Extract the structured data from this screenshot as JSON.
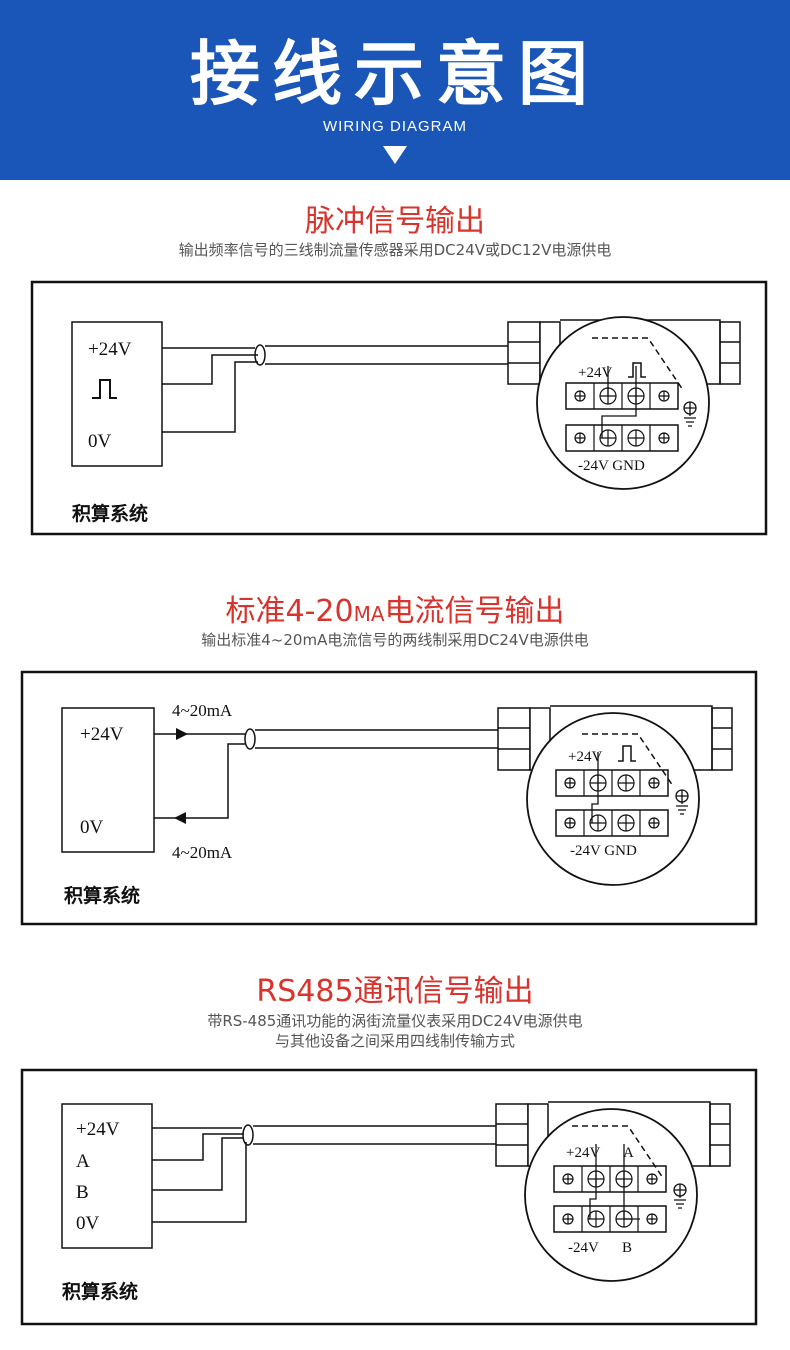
{
  "banner": {
    "title": "接线示意图",
    "subtitle": "WIRING DIAGRAM"
  },
  "pulse": {
    "title": "脉冲信号输出",
    "desc": "输出频率信号的三线制流量传感器采用DC24V或DC12V电源供电",
    "box": {
      "line1": "+24V",
      "line3": "0V"
    },
    "system_label": "积算系统",
    "terminal_top": "+24V",
    "terminal_bottom": "-24V GND"
  },
  "current": {
    "title_pre": "标准4-20",
    "title_ma": "MA",
    "title_post": "电流信号输出",
    "desc": "输出标准4~20mA电流信号的两线制采用DC24V电源供电",
    "box": {
      "line1": "+24V",
      "line2": "0V"
    },
    "arrow_top": "4~20mA",
    "arrow_bottom": "4~20mA",
    "system_label": "积算系统",
    "terminal_top": "+24V",
    "terminal_bottom": "-24V GND"
  },
  "rs485": {
    "title": "RS485通讯信号输出",
    "desc_line1": "带RS-485通讯功能的涡街流量仪表采用DC24V电源供电",
    "desc_line2": "与其他设备之间采用四线制传输方式",
    "box": {
      "line1": "+24V",
      "line2": "A",
      "line3": "B",
      "line4": "0V"
    },
    "system_label": "积算系统",
    "terminal_top_1": "+24V",
    "terminal_top_2": "A",
    "terminal_bottom_1": "-24V",
    "terminal_bottom_2": "B"
  }
}
